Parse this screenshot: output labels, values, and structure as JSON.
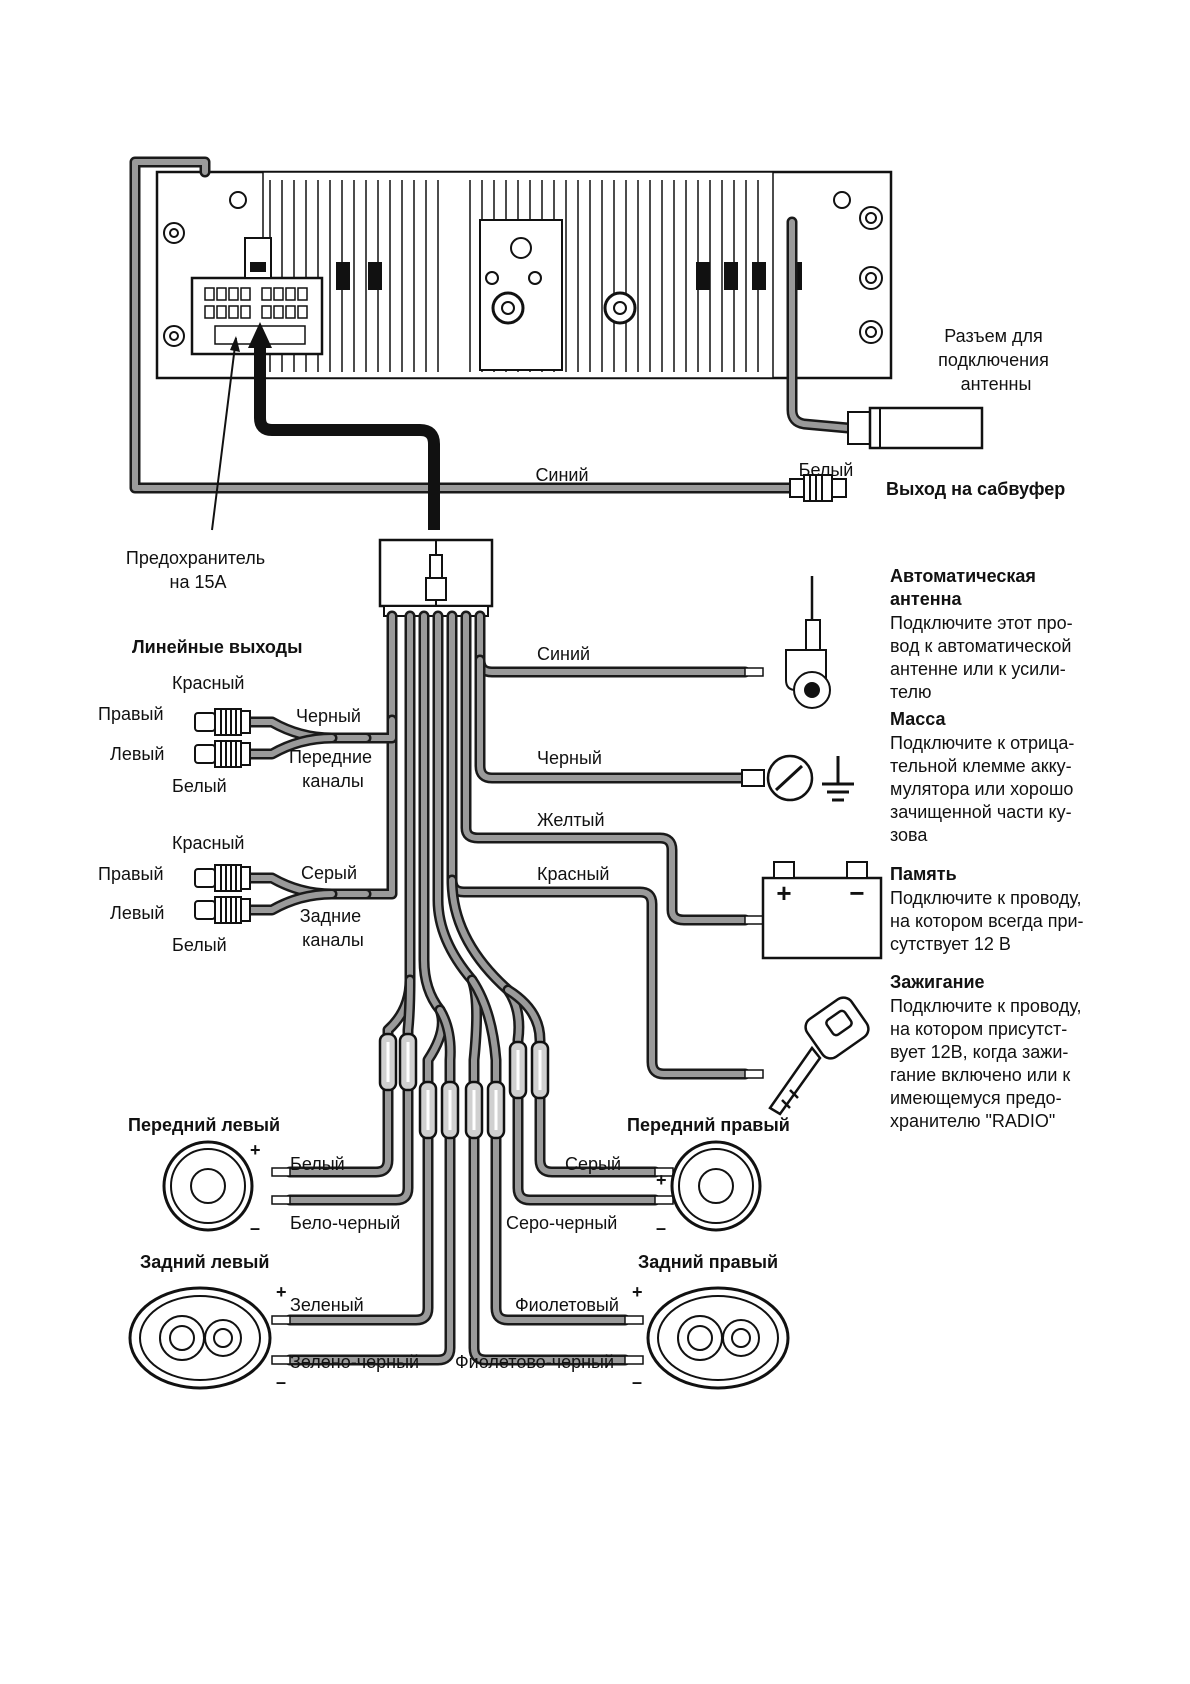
{
  "antenna_connector": {
    "label_lines": [
      "Разъем для",
      "подключения",
      "антенны"
    ]
  },
  "subwoofer": {
    "title": "Выход на сабвуфер",
    "wire_left": "Синий",
    "wire_right": "Белый"
  },
  "fuse": {
    "label_lines": [
      "Предохранитель",
      "на 15А"
    ]
  },
  "line_outputs": {
    "title": "Линейные выходы",
    "front": {
      "top_color": "Красный",
      "right": "Правый",
      "left": "Левый",
      "bottom_color": "Белый",
      "wire": "Черный",
      "channel_lines": [
        "Передние",
        "каналы"
      ]
    },
    "rear": {
      "top_color": "Красный",
      "right": "Правый",
      "left": "Левый",
      "bottom_color": "Белый",
      "wire": "Серый",
      "channel_lines": [
        "Задние",
        "каналы"
      ]
    }
  },
  "right_wires": {
    "blue": "Синий",
    "black": "Черный",
    "yellow": "Желтый",
    "red": "Красный"
  },
  "descriptions": {
    "auto_antenna": {
      "title_lines": [
        "Автоматическая",
        "антенна"
      ],
      "body_lines": [
        "Подключите этот про-",
        "вод к автоматической",
        "антенне или к усили-",
        "телю"
      ]
    },
    "ground": {
      "title": "Масса",
      "body_lines": [
        "Подключите к отрица-",
        "тельной клемме акку-",
        "мулятора или хорошо",
        "зачищенной части ку-",
        "зова"
      ]
    },
    "memory": {
      "title": "Память",
      "body_lines": [
        "Подключите к проводу,",
        "на котором всегда при-",
        "сутствует 12 В"
      ]
    },
    "ignition": {
      "title": "Зажигание",
      "body_lines": [
        "Подключите к проводу,",
        "на котором присутст-",
        "вует 12В, когда зажи-",
        "гание включено или к",
        "имеющемуся предо-",
        "хранителю \"RADIO\""
      ]
    }
  },
  "battery": {
    "plus": "+",
    "minus": "−"
  },
  "speakers": {
    "front_left": {
      "title": "Передний левый",
      "plus_wire": "Белый",
      "minus_wire": "Бело-черный"
    },
    "front_right": {
      "title": "Передний правый",
      "plus_wire": "Серый",
      "minus_wire": "Серо-черный"
    },
    "rear_left": {
      "title": "Задний левый",
      "plus_wire": "Зеленый",
      "minus_wire": "Зелено-черный"
    },
    "rear_right": {
      "title": "Задний правый",
      "plus_wire": "Фиолетовый",
      "minus_wire": "Фиолетово-черный"
    },
    "plus_sign": "+",
    "minus_sign": "–"
  }
}
